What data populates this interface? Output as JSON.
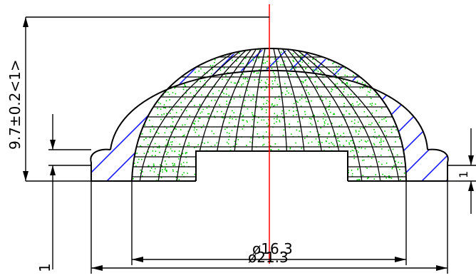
{
  "dimensions": {
    "height": "9.7±0.2<1>",
    "inner_diameter": "ø16.3",
    "outer_diameter": "ø21.3",
    "flange_left": "1",
    "flange_right": "1"
  },
  "colors": {
    "lines": "#000000",
    "hatch": "#1a1aff",
    "axis": "#ff0000",
    "dots": "#00cc00"
  }
}
